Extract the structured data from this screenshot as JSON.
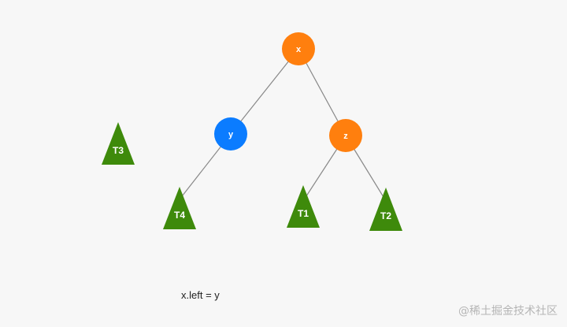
{
  "diagram": {
    "nodes": {
      "x": {
        "label": "x",
        "color": "#ff7f0e"
      },
      "y": {
        "label": "y",
        "color": "#0b7cff"
      },
      "z": {
        "label": "z",
        "color": "#ff7f0e"
      }
    },
    "subtrees": {
      "t1": {
        "label": "T1",
        "color": "#3e8a0b"
      },
      "t2": {
        "label": "T2",
        "color": "#3e8a0b"
      },
      "t3": {
        "label": "T3",
        "color": "#3e8a0b"
      },
      "t4": {
        "label": "T4",
        "color": "#3e8a0b"
      }
    },
    "edge_color": "#888888",
    "caption": "x.left = y"
  },
  "watermark": "@稀土掘金技术社区"
}
